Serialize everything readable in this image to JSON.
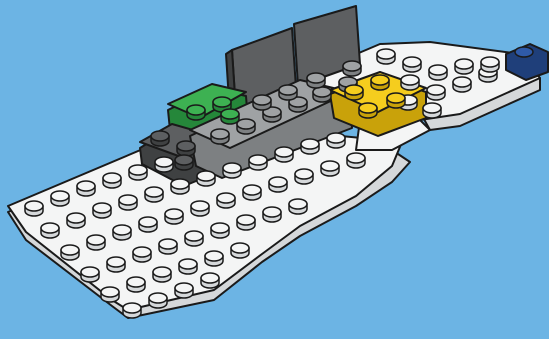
{
  "illustration": {
    "subject": "brick-model-build-step",
    "colors": {
      "background": "#6cb4e4",
      "plate_white": "#f4f5f5",
      "plate_shadow": "#d5d8da",
      "dark_gray": "#5d5f61",
      "dark_gray_side": "#3f4142",
      "light_gray": "#9fa2a4",
      "light_gray_side": "#7d8082",
      "green": "#3db152",
      "green_side": "#25873a",
      "yellow": "#f5cd1e",
      "yellow_side": "#c9a20a",
      "dark_blue": "#1f3f7a",
      "outline": "#1a1a1a"
    },
    "parts": [
      {
        "name": "wing-plate",
        "color": "white"
      },
      {
        "name": "tail-plate",
        "color": "white"
      },
      {
        "name": "left-slope-panel",
        "color": "dark gray"
      },
      {
        "name": "right-slope-panel",
        "color": "dark gray"
      },
      {
        "name": "green-plate",
        "color": "green"
      },
      {
        "name": "dark-gray-plate",
        "color": "dark gray"
      },
      {
        "name": "light-gray-plate",
        "color": "light gray"
      },
      {
        "name": "yellow-plate",
        "color": "yellow"
      },
      {
        "name": "dark-blue-tip",
        "color": "dark blue"
      }
    ]
  }
}
